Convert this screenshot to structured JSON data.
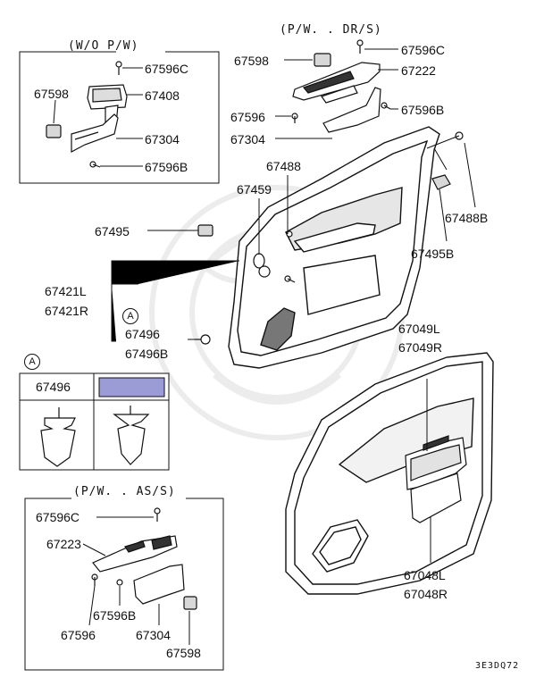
{
  "headers": {
    "wo_pw": "(W/O P/W)",
    "pw_dr": "(P/W. . DR/S)",
    "pw_as": "(P/W. . AS/S)"
  },
  "labels": {
    "wo_67596c": "67596C",
    "wo_67598": "67598",
    "wo_67408": "67408",
    "wo_67304": "67304",
    "wo_67596b": "67596B",
    "dr_67598": "67598",
    "dr_67596c": "67596C",
    "dr_67222": "67222",
    "dr_67596": "67596",
    "dr_67596b": "67596B",
    "dr_67304": "67304",
    "p_67488": "67488",
    "p_67459": "67459",
    "p_67488b": "67488B",
    "p_67495": "67495",
    "p_67495b": "67495B",
    "p_67421l": "67421L",
    "p_67421r": "67421R",
    "p_67496": "67496",
    "p_67496b": "67496B",
    "p_67049l": "67049L",
    "p_67049r": "67049R",
    "p_67048l": "67048L",
    "p_67048r": "67048R",
    "as_67596c": "67596C",
    "as_67223": "67223",
    "as_67596b": "67596B",
    "as_67596": "67596",
    "as_67304": "67304",
    "as_67598": "67598"
  },
  "callout": {
    "marker": "A",
    "table_marker": "A",
    "table_header": "67496"
  },
  "footer_code": "3E3DQ72",
  "colors": {
    "line": "#111111",
    "highlight_cell": "#9b9bd6",
    "watermark": "#ececec"
  }
}
